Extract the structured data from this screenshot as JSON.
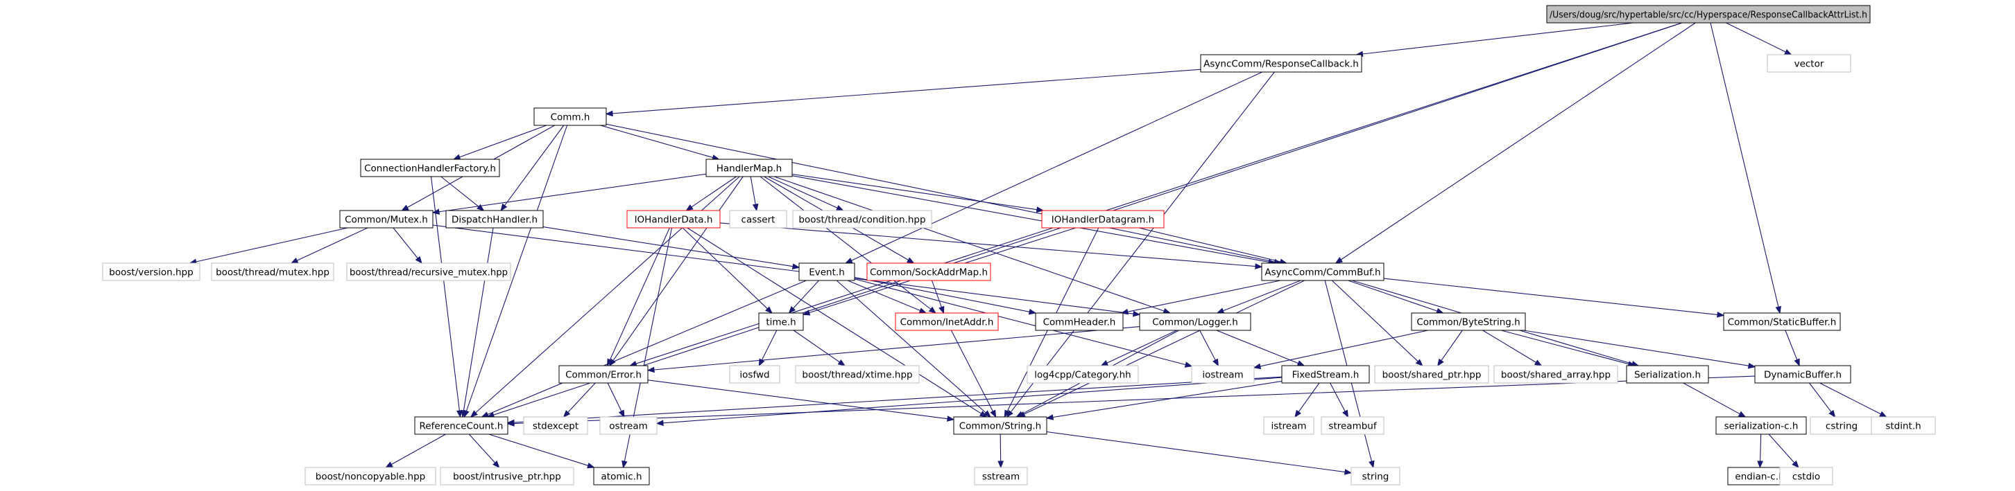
{
  "colors": {
    "edge": "#191970",
    "node_border_normal": "#000000",
    "node_border_missing": "#bfbfbf",
    "node_border_truncated": "#ff0000",
    "root_fill": "#bfbfbf",
    "node_fill": "#ffffff"
  },
  "nodes": [
    {
      "id": "root",
      "label": "/Users/doug/src/hypertable/src/cc/Hyperspace/ResponseCallbackAttrList.h",
      "style": "root"
    },
    {
      "id": "respcb",
      "label": "AsyncComm/ResponseCallback.h",
      "style": "normal"
    },
    {
      "id": "vector",
      "label": "vector",
      "style": "missing"
    },
    {
      "id": "comm",
      "label": "Comm.h",
      "style": "normal"
    },
    {
      "id": "chf",
      "label": "ConnectionHandlerFactory.h",
      "style": "normal"
    },
    {
      "id": "hmap",
      "label": "HandlerMap.h",
      "style": "normal"
    },
    {
      "id": "mutex",
      "label": "Common/Mutex.h",
      "style": "normal"
    },
    {
      "id": "disp",
      "label": "DispatchHandler.h",
      "style": "normal"
    },
    {
      "id": "iodata",
      "label": "IOHandlerData.h",
      "style": "truncated"
    },
    {
      "id": "cassert",
      "label": "cassert",
      "style": "missing"
    },
    {
      "id": "condhpp",
      "label": "boost/thread/condition.hpp",
      "style": "missing"
    },
    {
      "id": "iodgram",
      "label": "IOHandlerDatagram.h",
      "style": "truncated"
    },
    {
      "id": "commbuf",
      "label": "AsyncComm/CommBuf.h",
      "style": "normal"
    },
    {
      "id": "staticbuf",
      "label": "Common/StaticBuffer.h",
      "style": "normal"
    },
    {
      "id": "bversion",
      "label": "boost/version.hpp",
      "style": "missing"
    },
    {
      "id": "bmutex",
      "label": "boost/thread/mutex.hpp",
      "style": "missing"
    },
    {
      "id": "brmutex",
      "label": "boost/thread/recursive_mutex.hpp",
      "style": "missing"
    },
    {
      "id": "event",
      "label": "Event.h",
      "style": "normal"
    },
    {
      "id": "sockmap",
      "label": "Common/SockAddrMap.h",
      "style": "truncated"
    },
    {
      "id": "timeh",
      "label": "time.h",
      "style": "normal"
    },
    {
      "id": "inet",
      "label": "Common/InetAddr.h",
      "style": "truncated"
    },
    {
      "id": "commhdr",
      "label": "CommHeader.h",
      "style": "normal"
    },
    {
      "id": "logger",
      "label": "Common/Logger.h",
      "style": "normal"
    },
    {
      "id": "bytestr",
      "label": "Common/ByteString.h",
      "style": "normal"
    },
    {
      "id": "error",
      "label": "Common/Error.h",
      "style": "normal"
    },
    {
      "id": "iosfwd",
      "label": "iosfwd",
      "style": "missing"
    },
    {
      "id": "xtime",
      "label": "boost/thread/xtime.hpp",
      "style": "missing"
    },
    {
      "id": "log4",
      "label": "log4cpp/Category.hh",
      "style": "missing"
    },
    {
      "id": "iostream",
      "label": "iostream",
      "style": "missing"
    },
    {
      "id": "fixed",
      "label": "FixedStream.h",
      "style": "normal"
    },
    {
      "id": "bshared",
      "label": "boost/shared_ptr.hpp",
      "style": "missing"
    },
    {
      "id": "bsharr",
      "label": "boost/shared_array.hpp",
      "style": "missing"
    },
    {
      "id": "serial",
      "label": "Serialization.h",
      "style": "normal"
    },
    {
      "id": "dynbuf",
      "label": "DynamicBuffer.h",
      "style": "normal"
    },
    {
      "id": "refcount",
      "label": "ReferenceCount.h",
      "style": "normal"
    },
    {
      "id": "stdexcept",
      "label": "stdexcept",
      "style": "missing"
    },
    {
      "id": "ostream",
      "label": "ostream",
      "style": "missing"
    },
    {
      "id": "cstr",
      "label": "Common/String.h",
      "style": "normal"
    },
    {
      "id": "istream",
      "label": "istream",
      "style": "missing"
    },
    {
      "id": "streambuf",
      "label": "streambuf",
      "style": "missing"
    },
    {
      "id": "serc",
      "label": "serialization-c.h",
      "style": "normal"
    },
    {
      "id": "cstring",
      "label": "cstring",
      "style": "missing"
    },
    {
      "id": "stdint",
      "label": "stdint.h",
      "style": "missing"
    },
    {
      "id": "bnoncopy",
      "label": "boost/noncopyable.hpp",
      "style": "missing"
    },
    {
      "id": "bintr",
      "label": "boost/intrusive_ptr.hpp",
      "style": "missing"
    },
    {
      "id": "atomic",
      "label": "atomic.h",
      "style": "normal"
    },
    {
      "id": "sstream",
      "label": "sstream",
      "style": "missing"
    },
    {
      "id": "string",
      "label": "string",
      "style": "missing"
    },
    {
      "id": "endian",
      "label": "endian-c.h",
      "style": "normal"
    },
    {
      "id": "cstdio",
      "label": "cstdio",
      "style": "missing"
    }
  ],
  "edges": [
    [
      "root",
      "respcb"
    ],
    [
      "root",
      "vector"
    ],
    [
      "root",
      "commbuf"
    ],
    [
      "root",
      "staticbuf"
    ],
    [
      "root",
      "error"
    ],
    [
      "root",
      "refcount"
    ],
    [
      "respcb",
      "comm"
    ],
    [
      "respcb",
      "event"
    ],
    [
      "respcb",
      "cstr"
    ],
    [
      "comm",
      "chf"
    ],
    [
      "comm",
      "hmap"
    ],
    [
      "comm",
      "mutex"
    ],
    [
      "comm",
      "disp"
    ],
    [
      "comm",
      "commbuf"
    ],
    [
      "comm",
      "refcount"
    ],
    [
      "chf",
      "disp"
    ],
    [
      "chf",
      "refcount"
    ],
    [
      "hmap",
      "mutex"
    ],
    [
      "hmap",
      "iodata"
    ],
    [
      "hmap",
      "cassert"
    ],
    [
      "hmap",
      "condhpp"
    ],
    [
      "hmap",
      "iodgram"
    ],
    [
      "hmap",
      "sockmap"
    ],
    [
      "hmap",
      "inet"
    ],
    [
      "hmap",
      "commbuf"
    ],
    [
      "hmap",
      "logger"
    ],
    [
      "hmap",
      "error"
    ],
    [
      "hmap",
      "refcount"
    ],
    [
      "mutex",
      "bversion"
    ],
    [
      "mutex",
      "bmutex"
    ],
    [
      "mutex",
      "brmutex"
    ],
    [
      "mutex",
      "logger"
    ],
    [
      "disp",
      "event"
    ],
    [
      "disp",
      "refcount"
    ],
    [
      "iodata",
      "timeh"
    ],
    [
      "iodata",
      "error"
    ],
    [
      "iodata",
      "cstr"
    ],
    [
      "iodata",
      "atomic"
    ],
    [
      "iodata",
      "commbuf"
    ],
    [
      "iodgram",
      "timeh"
    ],
    [
      "iodgram",
      "commbuf"
    ],
    [
      "iodgram",
      "cstr"
    ],
    [
      "commbuf",
      "commhdr"
    ],
    [
      "commbuf",
      "logger"
    ],
    [
      "commbuf",
      "bytestr"
    ],
    [
      "commbuf",
      "staticbuf"
    ],
    [
      "commbuf",
      "bshared"
    ],
    [
      "commbuf",
      "serial"
    ],
    [
      "commbuf",
      "string"
    ],
    [
      "commbuf",
      "cstr"
    ],
    [
      "staticbuf",
      "dynbuf"
    ],
    [
      "event",
      "timeh"
    ],
    [
      "event",
      "inet"
    ],
    [
      "event",
      "commhdr"
    ],
    [
      "event",
      "iostream"
    ],
    [
      "event",
      "cstr"
    ],
    [
      "event",
      "refcount"
    ],
    [
      "sockmap",
      "inet"
    ],
    [
      "timeh",
      "iosfwd"
    ],
    [
      "timeh",
      "xtime"
    ],
    [
      "inet",
      "cstr"
    ],
    [
      "logger",
      "error"
    ],
    [
      "logger",
      "log4"
    ],
    [
      "logger",
      "iostream"
    ],
    [
      "logger",
      "fixed"
    ],
    [
      "logger",
      "cstr"
    ],
    [
      "bytestr",
      "iostream"
    ],
    [
      "bytestr",
      "bshared"
    ],
    [
      "bytestr",
      "bsharr"
    ],
    [
      "bytestr",
      "serial"
    ],
    [
      "bytestr",
      "dynbuf"
    ],
    [
      "error",
      "stdexcept"
    ],
    [
      "error",
      "ostream"
    ],
    [
      "error",
      "cstr"
    ],
    [
      "fixed",
      "istream"
    ],
    [
      "fixed",
      "streambuf"
    ],
    [
      "fixed",
      "ostream"
    ],
    [
      "fixed",
      "cstr"
    ],
    [
      "fixed",
      "refcount"
    ],
    [
      "serial",
      "serc"
    ],
    [
      "dynbuf",
      "cstring"
    ],
    [
      "dynbuf",
      "stdint"
    ],
    [
      "dynbuf",
      "refcount"
    ],
    [
      "refcount",
      "bnoncopy"
    ],
    [
      "refcount",
      "bintr"
    ],
    [
      "refcount",
      "atomic"
    ],
    [
      "cstr",
      "sstream"
    ],
    [
      "cstr",
      "string"
    ],
    [
      "serc",
      "endian"
    ],
    [
      "serc",
      "cstdio"
    ]
  ]
}
